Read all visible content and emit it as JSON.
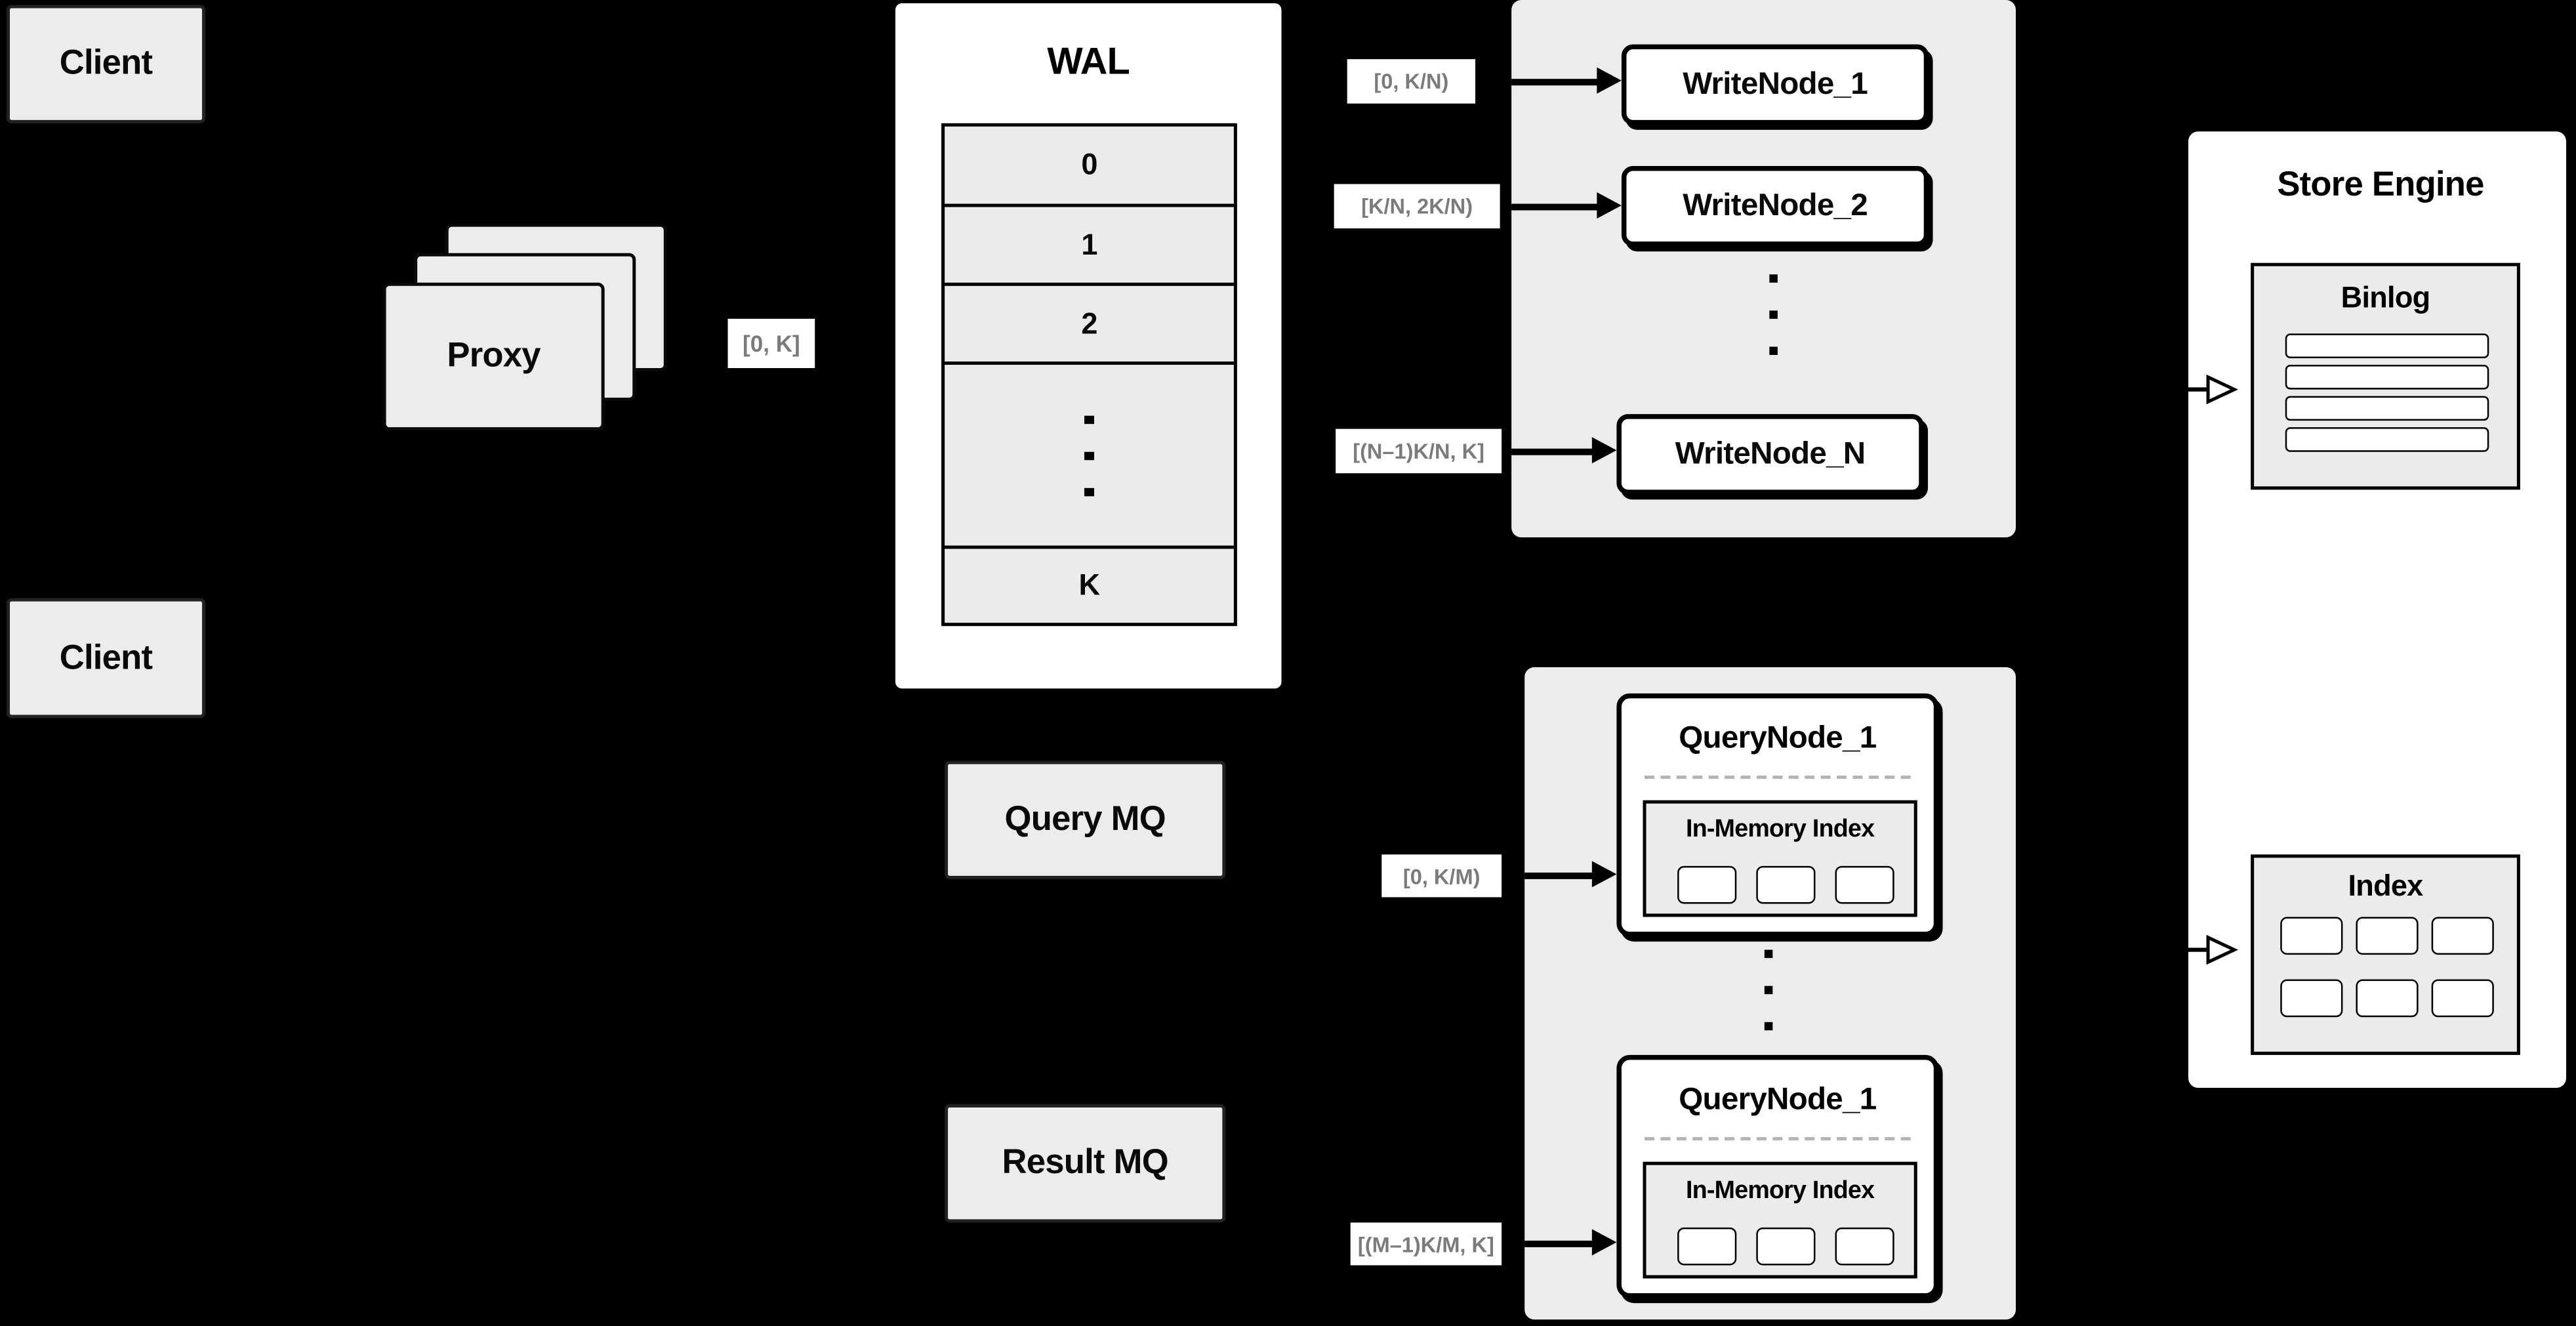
{
  "diagram": {
    "clients": {
      "top": "Client",
      "bottom": "Client"
    },
    "proxy": {
      "label": "Proxy",
      "range_label": "[0, K]"
    },
    "wal": {
      "title": "WAL",
      "rows": [
        "0",
        "1",
        "2",
        "K"
      ]
    },
    "write_group": {
      "ranges": [
        "[0, K/N)",
        "[K/N, 2K/N)",
        "[(N–1)K/N, K]"
      ],
      "nodes": [
        "WriteNode_1",
        "WriteNode_2",
        "WriteNode_N"
      ]
    },
    "store_engine": {
      "title": "Store Engine",
      "binlog_title": "Binlog",
      "index_title": "Index"
    },
    "mq": {
      "query": "Query MQ",
      "result": "Result MQ"
    },
    "query_group": {
      "ranges": [
        "[0, K/M)",
        "[(M–1)K/M, K]"
      ],
      "nodes": [
        {
          "title": "QueryNode_1",
          "inner_title": "In-Memory Index"
        },
        {
          "title": "QueryNode_1",
          "inner_title": "In-Memory Index"
        }
      ]
    },
    "colors": {
      "background": "#000000",
      "panel_gray": "#ececec",
      "node_white": "#ffffff",
      "border_black": "#000000",
      "range_text_gray": "#7b7b7b",
      "dash_gray": "#b3b3b3"
    }
  }
}
